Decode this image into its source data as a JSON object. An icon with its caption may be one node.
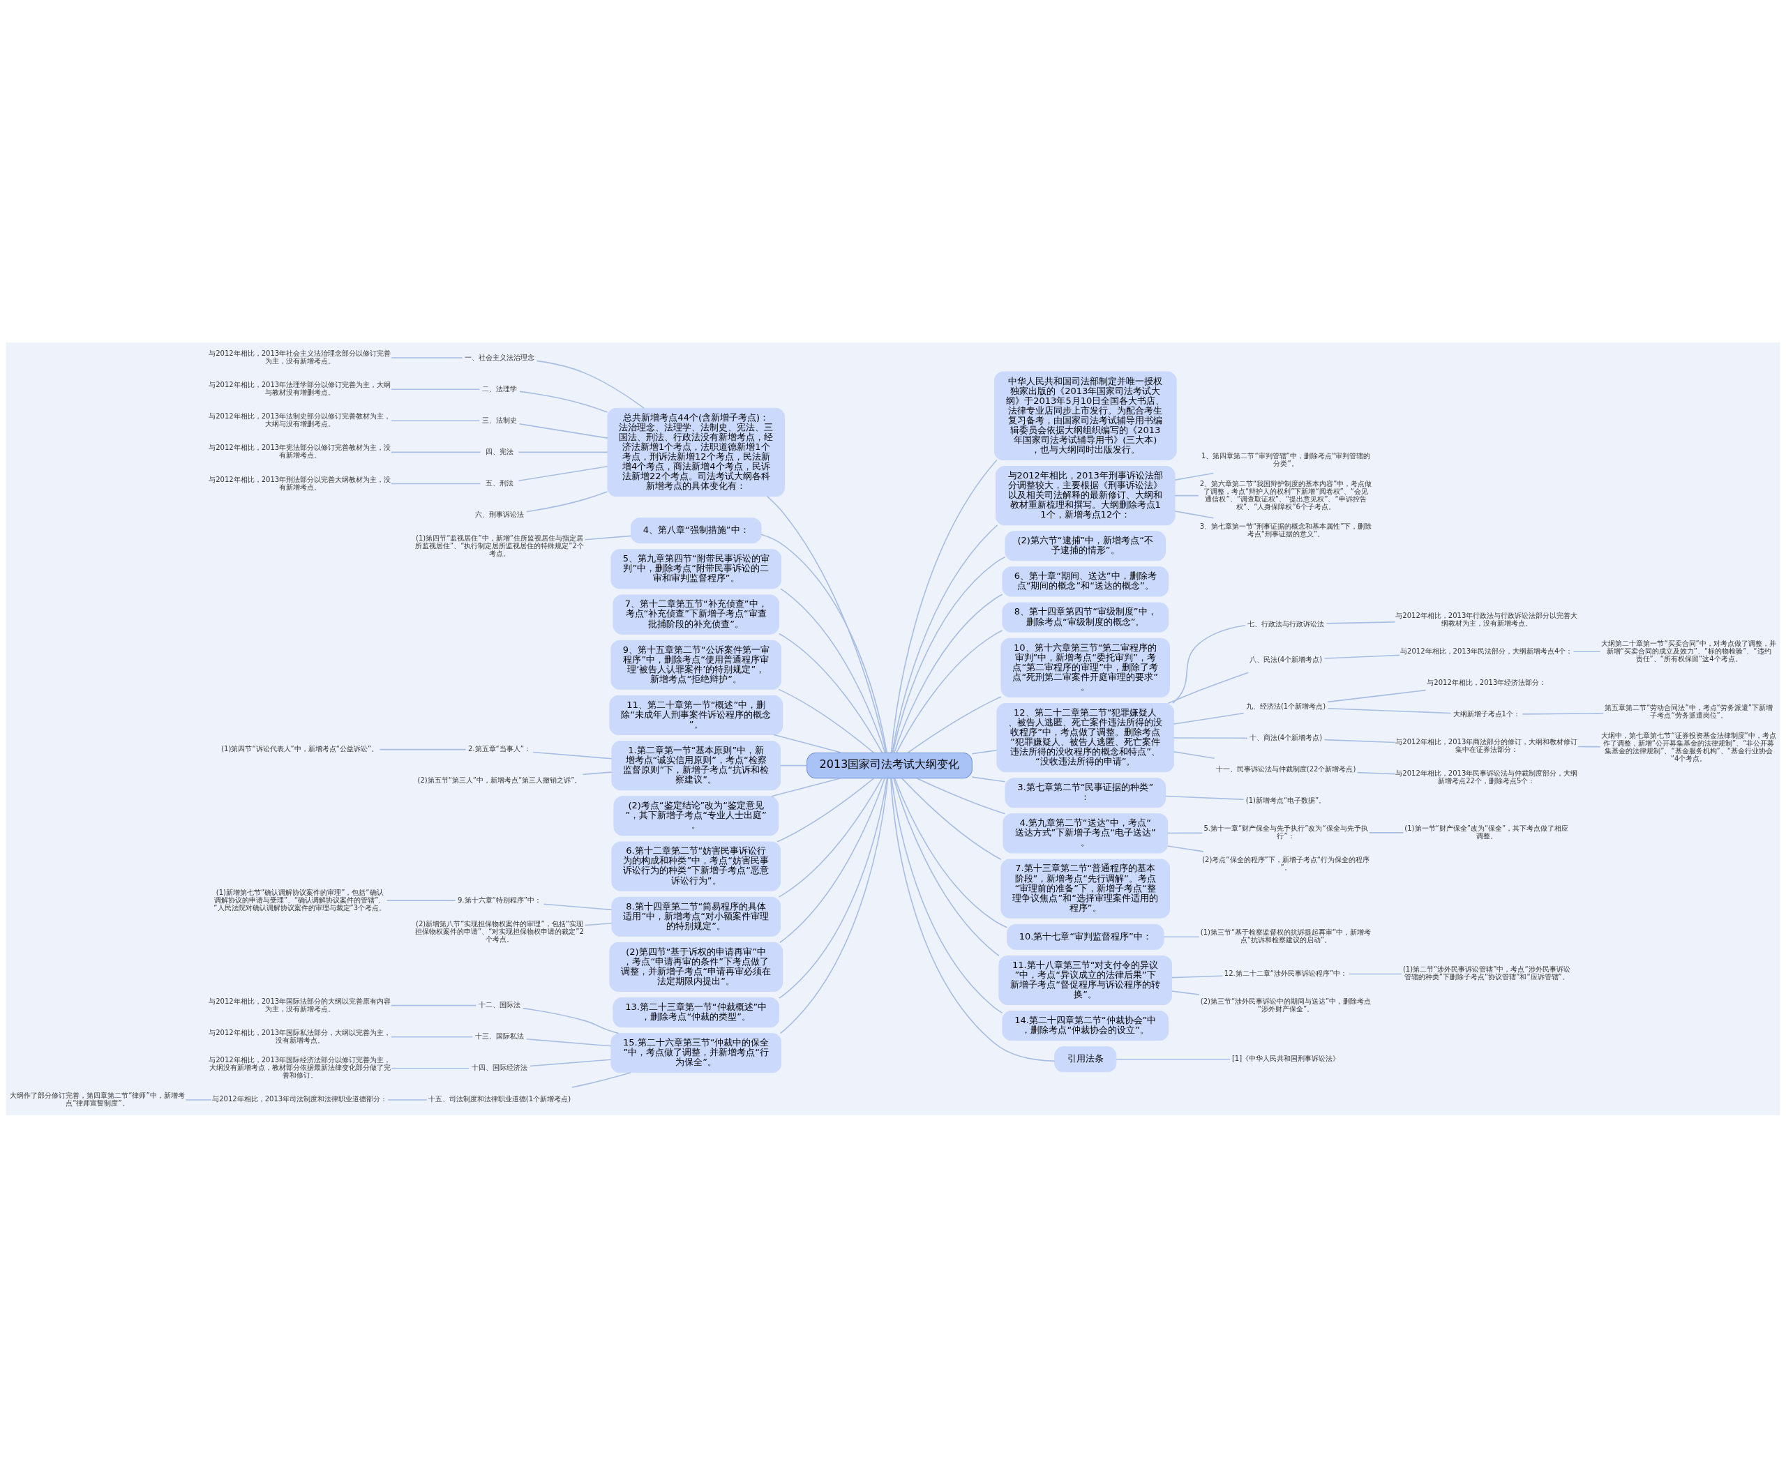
{
  "diagram": {
    "nodes": [
      {
        "text": [
          "2013国家司法考试大纲变化"
        ]
      },
      {
        "text": [
          "总共新增考点44个(含新增子考点)：法治理念、法理学、法制史、宪法、三国法、刑法、行政法没有新增考点，经济法新增1个考点，法职道德新增1个考点，刑诉法新增12个考点，民法新增4个考点，商法新增4个考点，民诉法新增22个考点。司法考试大纲各科新增考点的具体变化有："
        ]
      },
      {
        "text": [
          "一、社会主义法治理念"
        ]
      },
      {
        "text": [
          "与2012年相比，2013年社会主义法治理念部分以修订完善为主，没有新增考点。"
        ]
      },
      {
        "text": [
          "二、法理学"
        ]
      },
      {
        "text": [
          "与2012年相比，2013年法理学部分以修订完善为主，大纲与教材没有增删考点。"
        ]
      },
      {
        "text": [
          "三、法制史"
        ]
      },
      {
        "text": [
          "与2012年相比，2013年法制史部分以修订完善教材为主，大纲与没有增删考点。"
        ]
      },
      {
        "text": [
          "四、宪法"
        ]
      },
      {
        "text": [
          "与2012年相比，2013年宪法部分以修订完善教材为主，没有新增考点。"
        ]
      },
      {
        "text": [
          "五、刑法"
        ]
      },
      {
        "text": [
          "与2012年相比，2013年刑法部分以完善大纲教材为主，没有新增考点。"
        ]
      },
      {
        "text": [
          "六、刑事诉讼法"
        ]
      },
      {
        "text": [
          "4、第八章“强制措施”中："
        ]
      },
      {
        "text": [
          "(1)第四节“监视居住”中，新增“住所监视居住与指定居所监视居住”、“执行制定居所监视居住的特殊规定”2个考点。"
        ]
      },
      {
        "text": [
          "5、第九章第四节“附带民事诉讼的审判”中，删除考点“附带民事诉讼的二审和审判监督程序”。"
        ]
      },
      {
        "text": [
          "7、第十二章第五节“补充侦查”中，考点“补充侦查”下新增子考点“审查批捕阶段的补充侦查”。"
        ]
      },
      {
        "text": [
          "9、第十五章第二节“公诉案件第一审程序”中，删除考点“使用普通程序审理‘被告人认罪案件’的特别规定”，新增考点“拒绝辩护”。"
        ]
      },
      {
        "text": [
          "11、第二十章第一节“概述”中，删除“未成年人刑事案件诉讼程序的概念”。"
        ]
      },
      {
        "text": [
          "1.第二章第一节“基本原则”中，新增考点“诚实信用原则”，考点“检察监督原则”下，新增子考点“抗诉和检察建议”。"
        ]
      },
      {
        "text": [
          "2.第五章“当事人”："
        ]
      },
      {
        "text": [
          "(1)第四节“诉讼代表人”中，新增考点“公益诉讼”。"
        ]
      },
      {
        "text": [
          "(2)第五节“第三人”中，新增考点“第三人撤销之诉”。"
        ]
      },
      {
        "text": [
          "(2)考点“鉴定结论”改为“鉴定意见”，其下新增子考点“专业人士出庭”。"
        ]
      },
      {
        "text": [
          "6.第十二章第二节“妨害民事诉讼行为的构成和种类”中，考点“妨害民事诉讼行为的种类”下新增子考点“恶意诉讼行为”。"
        ]
      },
      {
        "text": [
          "8.第十四章第二节“简易程序的具体适用”中，新增考点“对小额案件审理的特别规定”。"
        ]
      },
      {
        "text": [
          "9.第十六章“特别程序”中："
        ]
      },
      {
        "text": [
          "(1)新增第七节“确认调解协议案件的审理”，包括“确认调解协议的申请与受理”、“确认调解协议案件的管辖”、“人民法院对确认调解协议案件的审理与裁定”3个考点。"
        ]
      },
      {
        "text": [
          "(2)新增第八节“实现担保物权案件的审理”，包括“实现担保物权案件的申请”、“对实现担保物权申请的裁定”2个考点。"
        ]
      },
      {
        "text": [
          "(2)第四节“基于诉权的申请再审”中，考点“申请再审的条件”下考点做了调整，并新增子考点“申请再审必须在法定期限内提出”。"
        ]
      },
      {
        "text": [
          "13.第二十三章第一节“仲裁概述”中，删除考点“仲裁的类型”。"
        ]
      },
      {
        "text": [
          "15.第二十六章第三节“仲裁中的保全”中，考点做了调整，并新增考点“行为保全”。"
        ]
      },
      {
        "text": [
          "十二、国际法"
        ]
      },
      {
        "text": [
          "与2012年相比，2013年国际法部分的大纲以完善原有内容为主，没有新增考点。"
        ]
      },
      {
        "text": [
          "十三、国际私法"
        ]
      },
      {
        "text": [
          "与2012年相比，2013年国际私法部分，大纲以完善为主，没有新增考点。"
        ]
      },
      {
        "text": [
          "十四、国际经济法"
        ]
      },
      {
        "text": [
          "与2012年相比，2013年国际经济法部分以修订完善为主，大纲没有新增考点，教材部分依据最新法律变化部分做了完善和修订。"
        ]
      },
      {
        "text": [
          "十五、司法制度和法律职业道德(1个新增考点)"
        ]
      },
      {
        "text": [
          "与2012年相比，2013年司法制度和法律职业道德部分："
        ]
      },
      {
        "text": [
          "大纲作了部分修订完善，第四章第二节“律师”中，新增考点“律师宣誓制度”。"
        ]
      },
      {
        "text": [
          "中华人民共和国司法部制定并唯一授权独家出版的《2013年国家司法考试大纲》于2013年5月10日全国各大书店、法律专业店同步上市发行。为配合考生复习备考，由国家司法考试辅导用书编辑委员会依据大纲组织编写的《2013年国家司法考试辅导用书》(三大本)，也与大纲同时出版发行。"
        ]
      },
      {
        "text": [
          "与2012年相比，2013年刑事诉讼法部分调整较大，主要根据《刑事诉讼法》以及相关司法解释的最新修订、大纲和教材重新梳理和撰写。大纲删除考点11个，新增考点12个："
        ]
      },
      {
        "text": [
          "1、第四章第二节“审判管辖”中，删除考点“审判管辖的分类”。"
        ]
      },
      {
        "text": [
          "2、第六章第二节“我国辩护制度的基本内容”中，考点做了调整，考点“辩护人的权利”下新增“阅卷权”、“会见通信权”、“调查取证权”、“提出意见权”、“申诉控告权”、“人身保障权”6个子考点。"
        ]
      },
      {
        "text": [
          "3、第七章第一节“刑事证据的概念和基本属性”下，删除考点“刑事证据的意义”。"
        ]
      },
      {
        "text": [
          "(2)第六节“逮捕”中，新增考点“不予逮捕的情形”。"
        ]
      },
      {
        "text": [
          "6、第十章“期间、送达”中，删除考点“期间的概念”和“送达的概念”。"
        ]
      },
      {
        "text": [
          "8、第十四章第四节“审级制度”中，删除考点“审级制度的概念”。"
        ]
      },
      {
        "text": [
          "10、第十六章第三节“第二审程序的审判”中，新增考点“委托审判”，考点“第二审程序的审理”中，删除了考点“死刑第二审案件开庭审理的要求”。"
        ]
      },
      {
        "text": [
          "12、第二十二章第二节“犯罪嫌疑人、被告人逃匿、死亡案件违法所得的没收程序”中，考点做了调整。删除考点”犯罪嫌疑人、被告人逃匿、死亡案件违法所得的没收程序的概念和特点”、“没收违法所得的申请”。"
        ]
      },
      {
        "text": [
          "七、行政法与行政诉讼法"
        ]
      },
      {
        "text": [
          "与2012年相比，2013年行政法与行政诉讼法部分以完善大纲教材为主，没有新增考点。"
        ]
      },
      {
        "text": [
          "八、民法(4个新增考点)"
        ]
      },
      {
        "text": [
          "与2012年相比，2013年民法部分，大纲新增考点4个："
        ]
      },
      {
        "text": [
          "大纲第二十章第一节“买卖合同”中，对考点做了调整，并新增“买卖合同的成立及效力”、“标的物检验”、“违约责任”、“所有权保留”这4个考点。"
        ]
      },
      {
        "text": [
          "九、经济法(1个新增考点)"
        ]
      },
      {
        "text": [
          "与2012年相比，2013年经济法部分："
        ]
      },
      {
        "text": [
          "大纲新增子考点1个："
        ]
      },
      {
        "text": [
          "第五章第二节“劳动合同法”中，考点“劳务派遣”下新增子考点“劳务派遣岗位”。"
        ]
      },
      {
        "text": [
          "十、商法(4个新增考点)"
        ]
      },
      {
        "text": [
          "与2012年相比，2013年商法部分的修订，大纲和教材修订集中在证券法部分："
        ]
      },
      {
        "text": [
          "大纲中，第七章第七节“证券投资基金法律制度”中，考点作了调整，新增“公开募集基金的法律规制”、“非公开募集基金的法律规制”、“基金服务机构”、“基金行业协会”4个考点。"
        ]
      },
      {
        "text": [
          "十一、民事诉讼法与仲裁制度(22个新增考点)"
        ]
      },
      {
        "text": [
          "与2012年相比，2013年民事诉讼法与仲裁制度部分，大纲新增考点22个，删除考点5个："
        ]
      },
      {
        "text": [
          "3.第七章第二节“民事证据的种类”："
        ]
      },
      {
        "text": [
          "(1)新增考点“电子数据”。"
        ]
      },
      {
        "text": [
          "4.第九章第二节“送达”中，考点“送达方式”下新增子考点“电子送达”。"
        ]
      },
      {
        "text": [
          "5.第十一章“财产保全与先予执行”改为“保全与先予执行”："
        ]
      },
      {
        "text": [
          "(1)第一节“财产保全”改为“保全”，其下考点做了相应调整。"
        ]
      },
      {
        "text": [
          "(2)考点“保全的程序”下，新增子考点“行为保全的程序”。"
        ]
      },
      {
        "text": [
          "7.第十三章第二节“普通程序的基本阶段”，新增考点“先行调解”。考点“审理前的准备”下，新增子考点“整理争议焦点”和“选择审理案件适用的程序”。"
        ]
      },
      {
        "text": [
          "10.第十七章“审判监督程序”中："
        ]
      },
      {
        "text": [
          "(1)第三节“基于检察监督权的抗诉提起再审”中，新增考点“抗诉和检察建议的启动”。"
        ]
      },
      {
        "text": [
          "11.第十八章第三节“对支付令的异议”中，考点“异议成立的法律后果”下新增子考点“督促程序与诉讼程序的转换”。"
        ]
      },
      {
        "text": [
          "12.第二十二章“涉外民事诉讼程序”中："
        ]
      },
      {
        "text": [
          "(1)第二节“涉外民事诉讼管辖”中，考点“涉外民事诉讼管辖的种类”下删除子考点“协议管辖”和“应诉管辖”。"
        ]
      },
      {
        "text": [
          "(2)第三节“涉外民事诉讼中的期间与送达”中，删除考点“涉外财产保全”。"
        ]
      },
      {
        "text": [
          "14.第二十四章第二节“仲裁协会”中，删除考点“仲裁协会的设立”。"
        ]
      },
      {
        "text": [
          "引用法条"
        ]
      },
      {
        "text": [
          "[1]《中华人民共和国刑事诉讼法》"
        ]
      }
    ],
    "edges": [
      {
        "from": 0,
        "to": 1,
        "arrow": "none"
      },
      {
        "from": 0,
        "to": 13,
        "arrow": "none"
      },
      {
        "from": 0,
        "to": 15,
        "arrow": "none"
      },
      {
        "from": 0,
        "to": 16,
        "arrow": "none"
      },
      {
        "from": 0,
        "to": 17,
        "arrow": "none"
      },
      {
        "from": 0,
        "to": 18,
        "arrow": "none"
      },
      {
        "from": 0,
        "to": 19,
        "arrow": "none"
      },
      {
        "from": 0,
        "to": 23,
        "arrow": "none"
      },
      {
        "from": 0,
        "to": 24,
        "arrow": "none"
      },
      {
        "from": 0,
        "to": 25,
        "arrow": "none"
      },
      {
        "from": 0,
        "to": 29,
        "arrow": "none"
      },
      {
        "from": 0,
        "to": 30,
        "arrow": "none"
      },
      {
        "from": 0,
        "to": 31,
        "arrow": "none"
      },
      {
        "from": 0,
        "to": 41,
        "arrow": "none"
      },
      {
        "from": 0,
        "to": 42,
        "arrow": "none"
      },
      {
        "from": 0,
        "to": 46,
        "arrow": "none"
      },
      {
        "from": 0,
        "to": 47,
        "arrow": "none"
      },
      {
        "from": 0,
        "to": 48,
        "arrow": "none"
      },
      {
        "from": 0,
        "to": 49,
        "arrow": "none"
      },
      {
        "from": 0,
        "to": 50,
        "arrow": "none"
      },
      {
        "from": 0,
        "to": 65,
        "arrow": "none"
      },
      {
        "from": 0,
        "to": 67,
        "arrow": "none"
      },
      {
        "from": 0,
        "to": 71,
        "arrow": "none"
      },
      {
        "from": 0,
        "to": 72,
        "arrow": "none"
      },
      {
        "from": 0,
        "to": 74,
        "arrow": "none"
      },
      {
        "from": 0,
        "to": 78,
        "arrow": "none"
      },
      {
        "from": 0,
        "to": 79,
        "arrow": "none"
      },
      {
        "from": 1,
        "to": 2,
        "arrow": "none"
      },
      {
        "from": 1,
        "to": 4,
        "arrow": "none"
      },
      {
        "from": 1,
        "to": 6,
        "arrow": "none"
      },
      {
        "from": 1,
        "to": 8,
        "arrow": "none"
      },
      {
        "from": 1,
        "to": 10,
        "arrow": "none"
      },
      {
        "from": 1,
        "to": 12,
        "arrow": "none"
      },
      {
        "from": 2,
        "to": 3,
        "arrow": "none"
      },
      {
        "from": 4,
        "to": 5,
        "arrow": "none"
      },
      {
        "from": 6,
        "to": 7,
        "arrow": "none"
      },
      {
        "from": 8,
        "to": 9,
        "arrow": "none"
      },
      {
        "from": 10,
        "to": 11,
        "arrow": "none"
      },
      {
        "from": 13,
        "to": 14,
        "arrow": "none"
      },
      {
        "from": 19,
        "to": 20,
        "arrow": "none"
      },
      {
        "from": 19,
        "to": 22,
        "arrow": "none"
      },
      {
        "from": 20,
        "to": 21,
        "arrow": "none"
      },
      {
        "from": 25,
        "to": 26,
        "arrow": "none"
      },
      {
        "from": 25,
        "to": 28,
        "arrow": "none"
      },
      {
        "from": 26,
        "to": 27,
        "arrow": "none"
      },
      {
        "from": 31,
        "to": 32,
        "arrow": "none"
      },
      {
        "from": 31,
        "to": 34,
        "arrow": "none"
      },
      {
        "from": 31,
        "to": 36,
        "arrow": "none"
      },
      {
        "from": 31,
        "to": 38,
        "arrow": "none"
      },
      {
        "from": 32,
        "to": 33,
        "arrow": "none"
      },
      {
        "from": 34,
        "to": 35,
        "arrow": "none"
      },
      {
        "from": 36,
        "to": 37,
        "arrow": "none"
      },
      {
        "from": 38,
        "to": 39,
        "arrow": "none"
      },
      {
        "from": 39,
        "to": 40,
        "arrow": "none"
      },
      {
        "from": 42,
        "to": 43,
        "arrow": "none"
      },
      {
        "from": 42,
        "to": 44,
        "arrow": "none"
      },
      {
        "from": 42,
        "to": 45,
        "arrow": "none"
      },
      {
        "from": 50,
        "to": 51,
        "arrow": "none"
      },
      {
        "from": 50,
        "to": 53,
        "arrow": "none"
      },
      {
        "from": 50,
        "to": 56,
        "arrow": "none"
      },
      {
        "from": 50,
        "to": 60,
        "arrow": "none"
      },
      {
        "from": 50,
        "to": 63,
        "arrow": "none"
      },
      {
        "from": 51,
        "to": 52,
        "arrow": "none"
      },
      {
        "from": 53,
        "to": 54,
        "arrow": "none"
      },
      {
        "from": 54,
        "to": 55,
        "arrow": "none"
      },
      {
        "from": 56,
        "to": 57,
        "arrow": "none"
      },
      {
        "from": 56,
        "to": 58,
        "arrow": "none"
      },
      {
        "from": 58,
        "to": 59,
        "arrow": "none"
      },
      {
        "from": 60,
        "to": 61,
        "arrow": "none"
      },
      {
        "from": 61,
        "to": 62,
        "arrow": "none"
      },
      {
        "from": 63,
        "to": 64,
        "arrow": "none"
      },
      {
        "from": 65,
        "to": 66,
        "arrow": "none"
      },
      {
        "from": 67,
        "to": 68,
        "arrow": "none"
      },
      {
        "from": 67,
        "to": 70,
        "arrow": "none"
      },
      {
        "from": 68,
        "to": 69,
        "arrow": "none"
      },
      {
        "from": 72,
        "to": 73,
        "arrow": "none"
      },
      {
        "from": 74,
        "to": 75,
        "arrow": "none"
      },
      {
        "from": 74,
        "to": 77,
        "arrow": "none"
      },
      {
        "from": 75,
        "to": 76,
        "arrow": "none"
      },
      {
        "from": 79,
        "to": 80,
        "arrow": "none"
      }
    ]
  }
}
